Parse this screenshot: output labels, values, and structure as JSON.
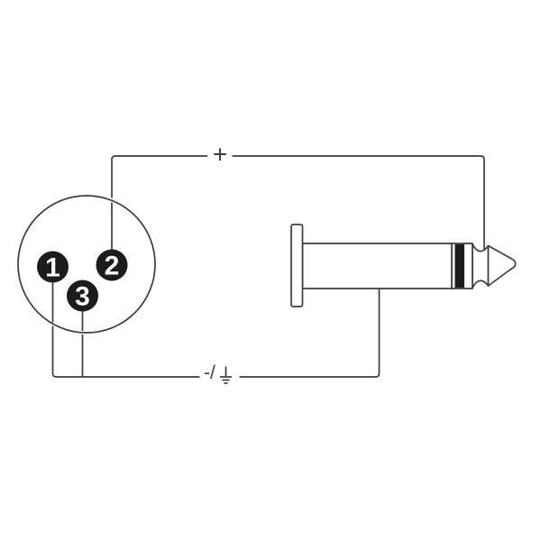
{
  "diagram": {
    "labels": {
      "positive": "+",
      "negative_prefix": "-/"
    },
    "xlr": {
      "pins": [
        {
          "number": "1"
        },
        {
          "number": "2"
        },
        {
          "number": "3"
        }
      ]
    },
    "colors": {
      "line": "#3d3d3d",
      "pin_fill": "#1c1c1c",
      "pin_text": "#ffffff",
      "insulator_fill": "#1c1c1c",
      "background": "#ffffff"
    }
  }
}
